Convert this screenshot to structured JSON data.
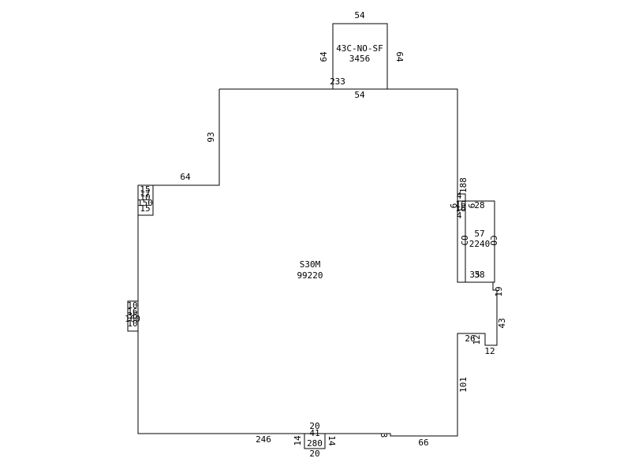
{
  "colors": {
    "line": "#000000",
    "background": "#ffffff"
  },
  "main_area": {
    "code": "S30M",
    "area": "99220"
  },
  "top_box": {
    "code": "43C-NO-SF",
    "area": "3456",
    "top": "54",
    "left": "64",
    "right": "64",
    "bottom": "54"
  },
  "bottom_box": {
    "area": "280",
    "top": "20",
    "width": "41",
    "left": "14",
    "right": "14",
    "bottom": "20"
  },
  "right_box": {
    "top": "28",
    "side": "57",
    "area": "2240",
    "left_code": "CO",
    "right_code": "CO",
    "bottom": "38",
    "bottom2": "35"
  },
  "left_small_box": {
    "top": "15",
    "mid1": "17",
    "mid2": "10",
    "area": "150",
    "bottom": "15"
  },
  "left_tiny_box": {
    "top": "10",
    "mid1": "16",
    "mid2": "36",
    "area": "160",
    "bottom": "10"
  },
  "right_tiny_box": {
    "t1": "4",
    "t2": "16",
    "t3": "16",
    "t4": "4",
    "left": "9",
    "right": "9"
  },
  "dims": {
    "d233": "233",
    "d93": "93",
    "d64": "64",
    "d188": "188",
    "d19": "19",
    "d43": "43",
    "d12": "12",
    "d26": "26",
    "d12b": "12",
    "d101": "101",
    "d66": "66",
    "d3": "3",
    "d246": "246"
  }
}
